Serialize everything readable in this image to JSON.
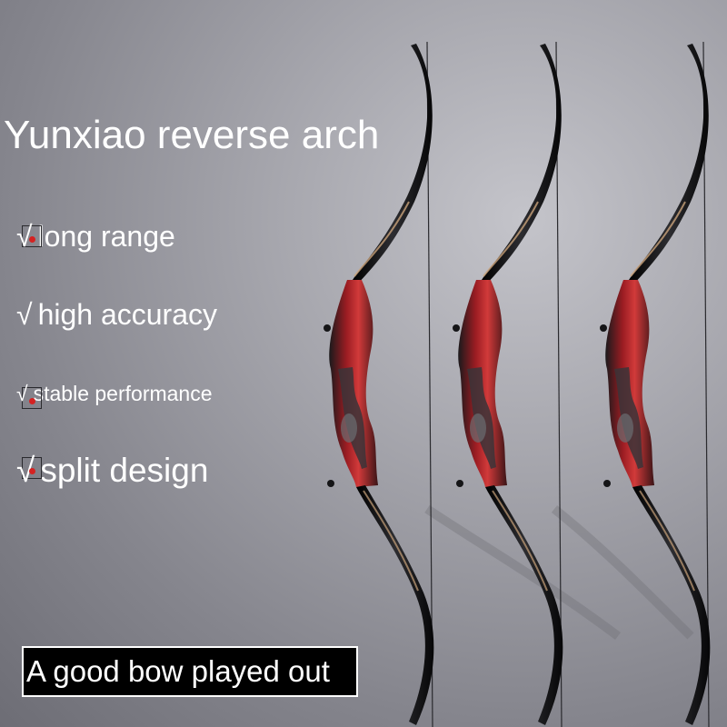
{
  "title": "Yunxiao reverse arch",
  "features": [
    {
      "check": "√",
      "label": "long range"
    },
    {
      "check": "√",
      "label": "high accuracy"
    },
    {
      "check": "√",
      "label": "stable performance"
    },
    {
      "check": "√",
      "label": "split design"
    }
  ],
  "banner": "A good bow played out",
  "product": {
    "count": 3,
    "name": "recurve-bow"
  },
  "colors": {
    "background": "#9a9aa2",
    "limb": "#0e0e10",
    "riser_accent": "#b5242a",
    "text": "#ffffff"
  }
}
